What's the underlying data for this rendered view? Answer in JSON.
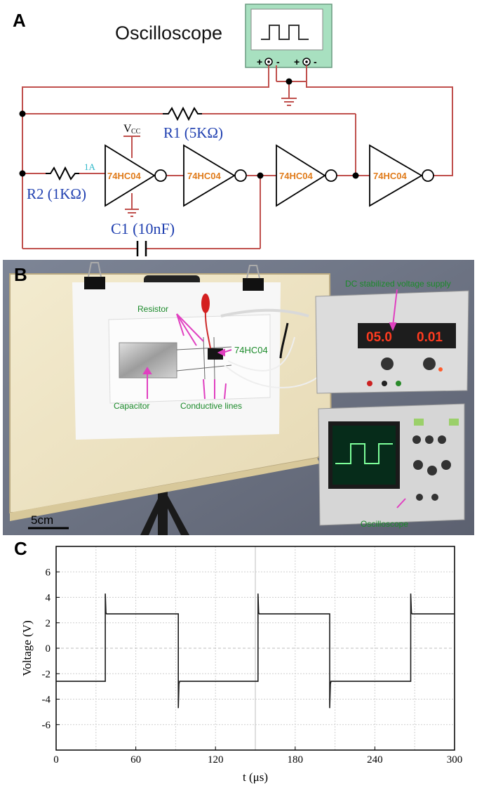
{
  "panels": {
    "a": "A",
    "b": "B",
    "c": "C"
  },
  "circuit": {
    "oscilloscope_label": "Oscilloscope",
    "probe_ch1": "+",
    "probe_ch1_neg": "-",
    "probe_ch2": "+",
    "probe_ch2_neg": "-",
    "vcc_label": "V",
    "vcc_sub": "CC",
    "r1_label": "R1 (5KΩ)",
    "r2_label": "R2 (1KΩ)",
    "c1_label": "C1 (10nF)",
    "pin_label": "1A",
    "gate_labels": [
      "74HC04",
      "74HC04",
      "74HC04",
      "74HC04"
    ],
    "colors": {
      "wire": "#c0504d",
      "label_blue": "#1f3fb0",
      "gate_text": "#e07b1a",
      "scope_fill": "#a8e0c0",
      "pin_cyan": "#29b6c8"
    }
  },
  "photo": {
    "dc_supply_label": "DC stabilized voltage supply",
    "display_voltage": "05.0",
    "display_current": "0.01",
    "resistor_label": "Resistor",
    "ic_label": "74HC04",
    "capacitor_label": "Capacitor",
    "lines_label": "Conductive lines",
    "oscilloscope_label": "Oscilloscope",
    "scale_label": "5cm",
    "colors": {
      "annotation": "#1b8a2a",
      "arrow": "#e040c0",
      "display_red": "#ff3b1f"
    }
  },
  "chart_data": {
    "type": "line",
    "title": "",
    "xlabel": "t (μs)",
    "ylabel": "Voltage (V)",
    "xlim": [
      0,
      300
    ],
    "ylim": [
      -8,
      8
    ],
    "xticks": [
      0,
      60,
      120,
      180,
      240,
      300
    ],
    "xtick_labels": [
      "0",
      "60",
      "120",
      "180",
      "240",
      "300"
    ],
    "yticks": [
      6,
      4,
      2,
      0,
      -2,
      -4,
      -6
    ],
    "ytick_labels": [
      "6",
      "4",
      "2",
      "0",
      "-2",
      "-4",
      "-6"
    ],
    "grid": true,
    "series": [
      {
        "x": [
          0,
          37,
          37,
          37.5,
          38,
          92,
          92,
          92.5,
          93,
          152,
          152,
          152.5,
          153,
          206,
          206,
          206.5,
          207,
          267,
          267,
          267.5,
          268,
          300
        ],
        "values": [
          -2.6,
          -2.6,
          4.3,
          2.8,
          2.7,
          2.7,
          -4.7,
          -2.8,
          -2.6,
          -2.6,
          4.3,
          2.8,
          2.7,
          2.7,
          -4.7,
          -2.8,
          -2.6,
          -2.6,
          4.3,
          2.8,
          2.7,
          2.7
        ]
      }
    ]
  }
}
